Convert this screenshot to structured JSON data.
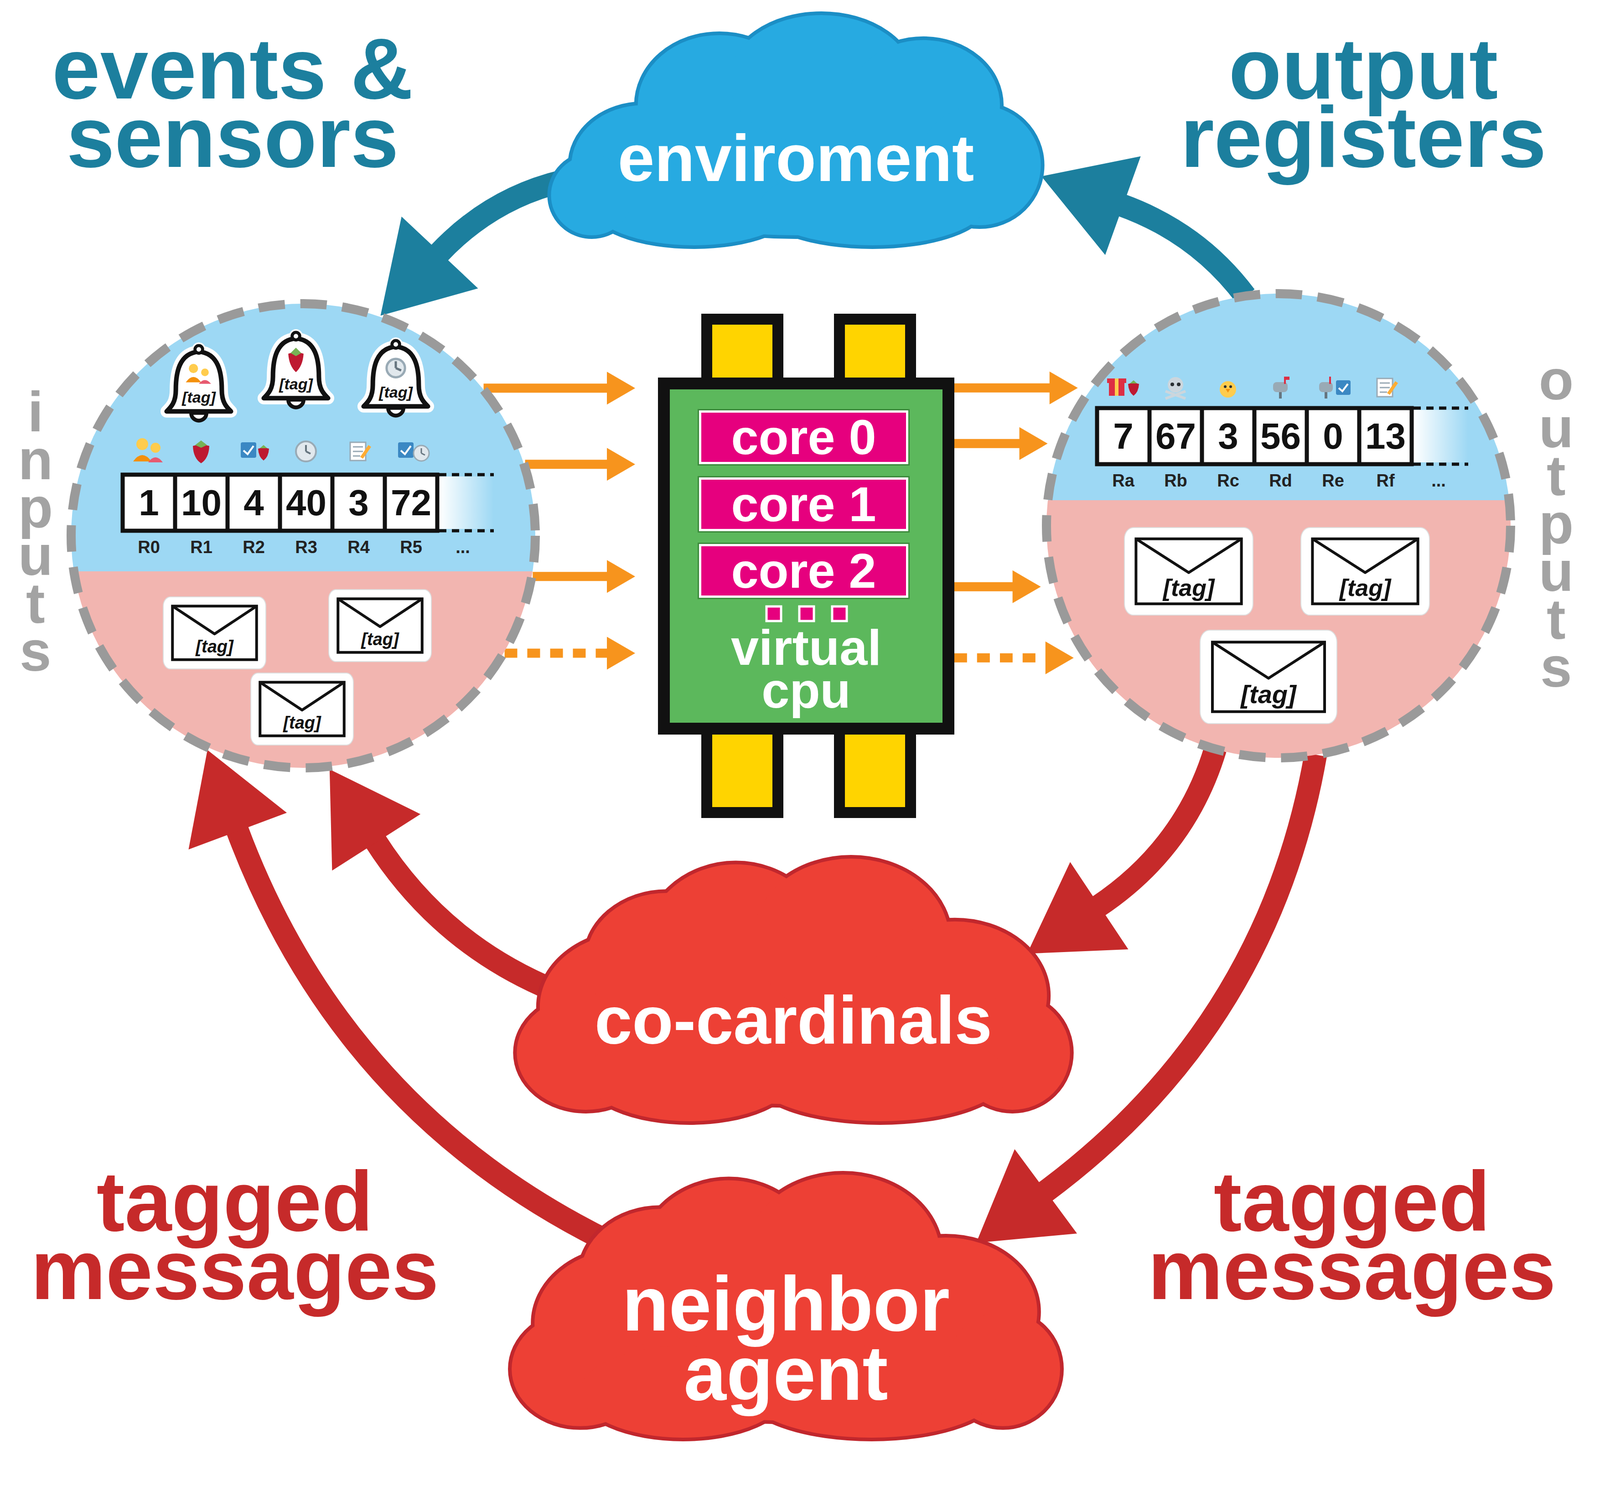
{
  "diagram": {
    "nodes": [
      {
        "text": [
          "enviroment"
        ]
      },
      {
        "text": [
          "inputs"
        ]
      },
      {
        "text": [
          "[tag]"
        ],
        "in": 1
      },
      {
        "text": [
          "[tag]"
        ],
        "in": 1
      },
      {
        "text": [
          "[tag]"
        ],
        "in": 1
      },
      {
        "text": [
          "[tag]"
        ],
        "in": 1
      },
      {
        "text": [
          "[tag]"
        ],
        "in": 1
      },
      {
        "text": [
          "[tag]"
        ],
        "in": 1
      },
      {
        "text": [
          "virtual cpu"
        ]
      },
      {
        "text": [
          "core 0"
        ],
        "in": 8
      },
      {
        "text": [
          "core 1"
        ],
        "in": 8
      },
      {
        "text": [
          "core 2"
        ],
        "in": 8
      },
      {
        "text": [
          "outputs"
        ]
      },
      {
        "text": [
          "[tag]"
        ],
        "in": 12
      },
      {
        "text": [
          "[tag]"
        ],
        "in": 12
      },
      {
        "text": [
          "[tag]"
        ],
        "in": 12
      },
      {
        "text": [
          "co-cardinals"
        ]
      },
      {
        "text": [
          "neighbor agent"
        ]
      }
    ],
    "edges": [
      {
        "from": 0,
        "to": 1,
        "arrow": "to"
      },
      {
        "from": 1,
        "to": 8,
        "arrow": "to"
      },
      {
        "from": 1,
        "to": 8,
        "arrow": "to"
      },
      {
        "from": 1,
        "to": 8,
        "arrow": "to"
      },
      {
        "from": 1,
        "to": 8,
        "arrow": "to"
      },
      {
        "from": 8,
        "to": 12,
        "arrow": "to"
      },
      {
        "from": 8,
        "to": 12,
        "arrow": "to"
      },
      {
        "from": 8,
        "to": 12,
        "arrow": "to"
      },
      {
        "from": 8,
        "to": 12,
        "arrow": "to"
      },
      {
        "from": 12,
        "to": 0,
        "arrow": "to"
      },
      {
        "from": 12,
        "to": 16,
        "arrow": "to"
      },
      {
        "from": 12,
        "to": 17,
        "arrow": "to"
      },
      {
        "from": 16,
        "to": 1,
        "arrow": "to"
      },
      {
        "from": 17,
        "to": 1,
        "arrow": "to"
      }
    ],
    "labels": [
      "events & sensors",
      "output registers",
      "1",
      "10",
      "4",
      "40",
      "3",
      "72",
      "R0",
      "R1",
      "R2",
      "R3",
      "R4",
      "R5",
      "...",
      "7",
      "67",
      "3",
      "56",
      "0",
      "13",
      "Ra",
      "Rb",
      "Rc",
      "Rd",
      "Re",
      "Rf",
      "...",
      "tagged messages",
      "tagged messages"
    ]
  }
}
